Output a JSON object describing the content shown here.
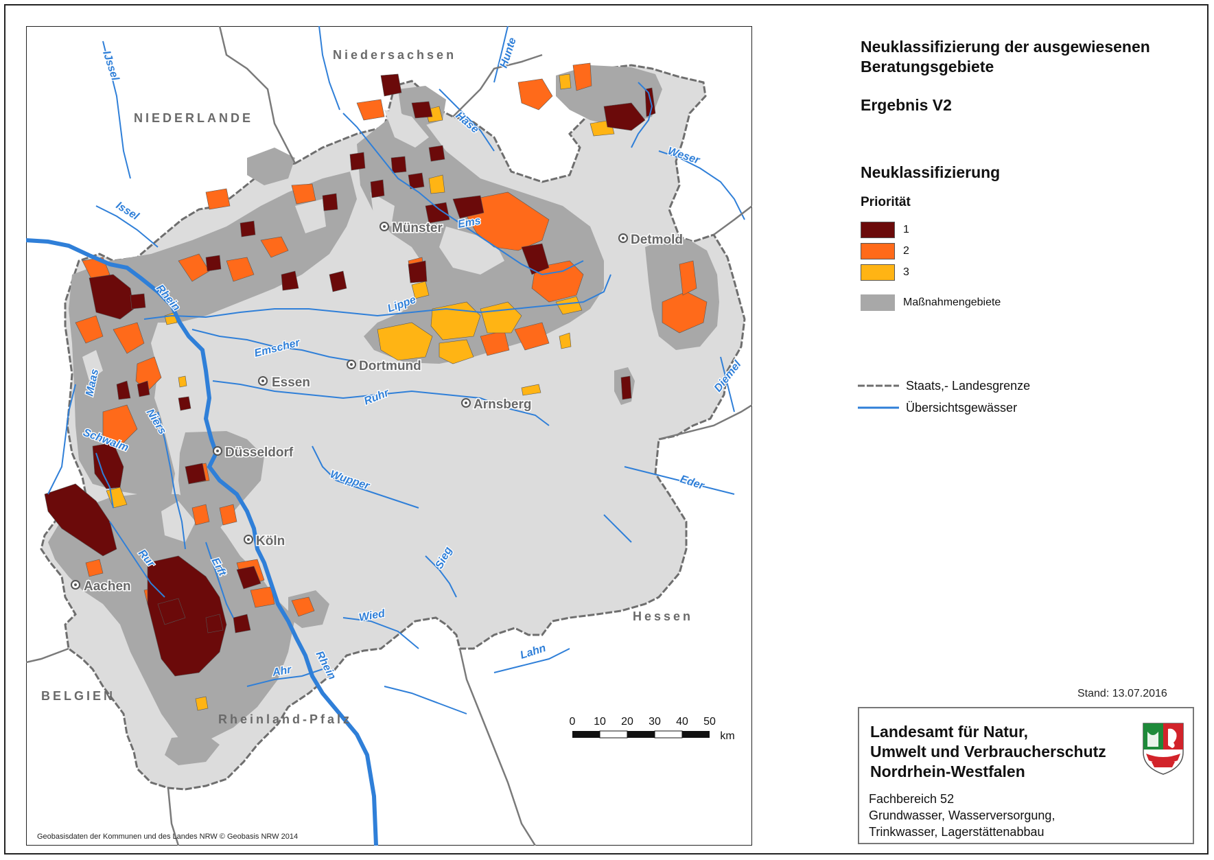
{
  "legend": {
    "title_line1": "Neuklassifizierung der ausgewiesenen",
    "title_line2": "Beratungsgebiete",
    "result": "Ergebnis V2",
    "subtitle": "Neuklassifizierung",
    "priority_heading": "Priorität",
    "priorities": [
      {
        "label": "1",
        "color": "#6b0a0a"
      },
      {
        "label": "2",
        "color": "#ff6a1a"
      },
      {
        "label": "3",
        "color": "#ffb414"
      }
    ],
    "measures_label": "Maßnahmengebiete",
    "measures_color": "#a8a8a8",
    "border_label": "Staats,- Landesgrenze",
    "water_label": "Übersichtsgewässer",
    "water_color": "#2f7fd8"
  },
  "stand": "Stand:  13.07.2016",
  "agency": {
    "line1": "Landesamt für Natur,",
    "line2": "Umwelt und Verbraucherschutz",
    "line3": "Nordrhein-Westfalen",
    "dept1": "Fachbereich 52",
    "dept2": "Grundwasser, Wasserversorgung,",
    "dept3": "Trinkwasser, Lagerstättenabbau"
  },
  "scale": {
    "ticks": [
      "0",
      "10",
      "20",
      "30",
      "40",
      "50"
    ],
    "unit": "km"
  },
  "credit": "Geobasisdaten der Kommunen und des Landes NRW © Geobasis NRW 2014",
  "regions": {
    "nl": "NIEDERLANDE",
    "ns": "Niedersachsen",
    "be": "BELGIEN",
    "rp": "Rheinland-Pfalz",
    "he": "Hessen"
  },
  "cities": {
    "muenster": "Münster",
    "detmold": "Detmold",
    "dortmund": "Dortmund",
    "essen": "Essen",
    "arnsberg": "Arnsberg",
    "duesseldorf": "Düsseldorf",
    "koeln": "Köln",
    "aachen": "Aachen"
  },
  "rivers": {
    "ijssel": "IJssel",
    "hunte": "Hunte",
    "hase": "Hase",
    "weser": "Weser",
    "issel": "Issel",
    "ems": "Ems",
    "rhein1": "Rhein",
    "lippe": "Lippe",
    "emscher": "Emscher",
    "maas": "Maas",
    "ruhr": "Ruhr",
    "diemel": "Diemel",
    "schwalm": "Schwalm",
    "niers": "Niers",
    "wupper": "Wupper",
    "eder": "Eder",
    "rur": "Rur",
    "erft": "Erft",
    "sieg": "Sieg",
    "wied": "Wied",
    "lahn": "Lahn",
    "ahr": "Ahr",
    "rhein2": "Rhein"
  }
}
